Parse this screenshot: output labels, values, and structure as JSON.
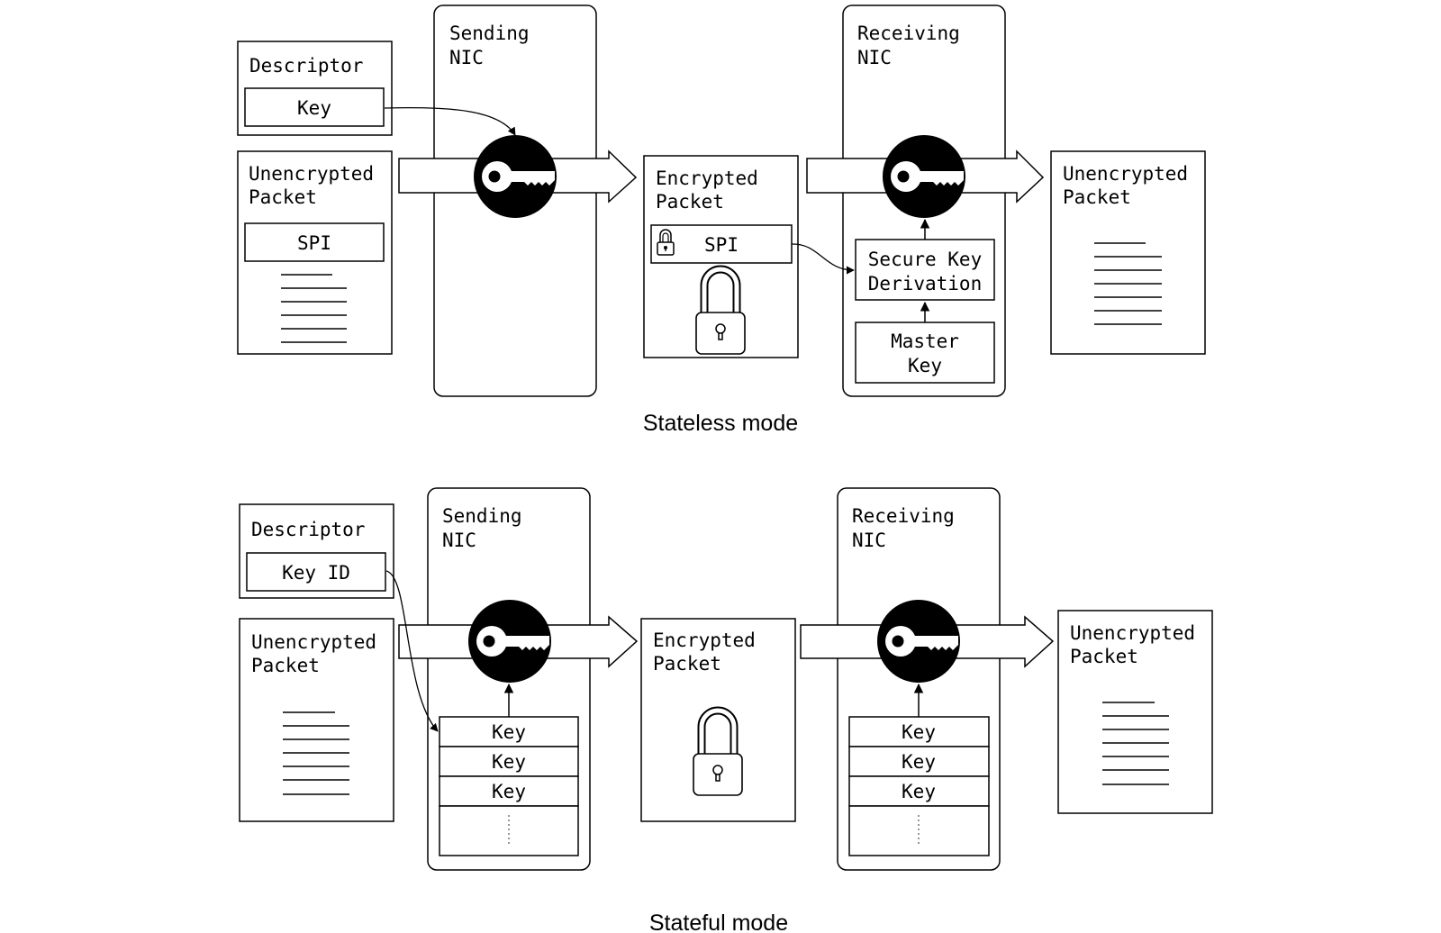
{
  "stateless": {
    "caption": "Stateless mode",
    "descriptor": {
      "title": "Descriptor",
      "key": "Key"
    },
    "unencrypted_in": {
      "line1": "Unencrypted",
      "line2": "Packet",
      "spi": "SPI"
    },
    "sending_nic": {
      "line1": "Sending",
      "line2": "NIC"
    },
    "encrypted": {
      "line1": "Encrypted",
      "line2": "Packet",
      "spi": "SPI"
    },
    "receiving_nic": {
      "line1": "Receiving",
      "line2": "NIC"
    },
    "secure_key": {
      "line1": "Secure Key",
      "line2": "Derivation"
    },
    "master_key": {
      "line1": "Master",
      "line2": "Key"
    },
    "unencrypted_out": {
      "line1": "Unencrypted",
      "line2": "Packet"
    }
  },
  "stateful": {
    "caption": "Stateful mode",
    "descriptor": {
      "title": "Descriptor",
      "key": "Key ID"
    },
    "unencrypted_in": {
      "line1": "Unencrypted",
      "line2": "Packet"
    },
    "sending_nic": {
      "line1": "Sending",
      "line2": "NIC",
      "keys": [
        "Key",
        "Key",
        "Key"
      ]
    },
    "encrypted": {
      "line1": "Encrypted",
      "line2": "Packet"
    },
    "receiving_nic": {
      "line1": "Receiving",
      "line2": "NIC",
      "keys": [
        "Key",
        "Key",
        "Key"
      ]
    },
    "unencrypted_out": {
      "line1": "Unencrypted",
      "line2": "Packet"
    }
  },
  "icons": [
    "key-icon",
    "padlock-icon",
    "small-padlock-icon",
    "document-lines-icon",
    "flow-arrow-icon"
  ]
}
